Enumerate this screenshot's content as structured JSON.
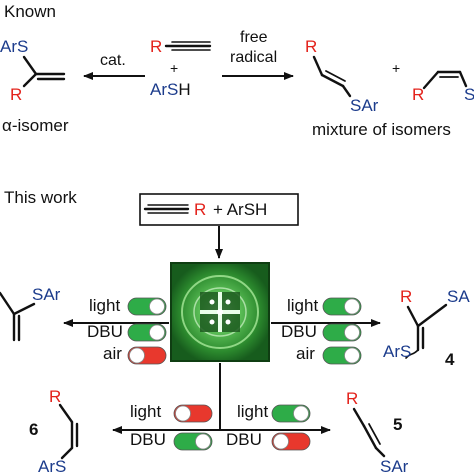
{
  "known": {
    "heading": "Known",
    "alpha_isomer_label": "α-isomer",
    "mixture_label": "mixture of isomers",
    "arrow_left_label": "cat.",
    "arrow_right_label_line1": "free",
    "arrow_right_label_line2": "radical",
    "reactant_R": "R",
    "reactant_plus": "+",
    "reactant_ArSH": "ArSH",
    "product_alpha_ArS": "ArS",
    "product_alpha_R": "R",
    "product_E_R": "R",
    "product_E_SAr": "SAr",
    "product_Z_R": "R",
    "product_Z_S": "S",
    "plus_between": "+"
  },
  "this_work": {
    "heading": "This work",
    "reagent_box_R": "R",
    "reagent_box_rest": "+ ArSH",
    "photo_description_icon": "green-photocatalyst-image",
    "left_product_SAr": "SAr",
    "conditions": {
      "left": [
        {
          "label": "light",
          "state": "on"
        },
        {
          "label": "DBU",
          "state": "on"
        },
        {
          "label": "air",
          "state": "off"
        }
      ],
      "right": [
        {
          "label": "light",
          "state": "on"
        },
        {
          "label": "DBU",
          "state": "on"
        },
        {
          "label": "air",
          "state": "on"
        }
      ],
      "bottom_left": [
        {
          "label": "light",
          "state": "off"
        },
        {
          "label": "DBU",
          "state": "on"
        }
      ],
      "bottom_right": [
        {
          "label": "light",
          "state": "on"
        },
        {
          "label": "DBU",
          "state": "off"
        }
      ]
    },
    "product4": {
      "number": "4",
      "R": "R",
      "SAr": "SA",
      "ArS": "ArS"
    },
    "product5": {
      "number": "5",
      "R": "R",
      "SAr": "SAr"
    },
    "product6": {
      "number": "6",
      "R": "R",
      "ArS": "ArS"
    }
  },
  "colors": {
    "red": "#e3221b",
    "blue": "#1c3c8c",
    "toggle_on": "#2eac48",
    "toggle_off": "#e8382d",
    "panel_green": "#3fa83a"
  }
}
